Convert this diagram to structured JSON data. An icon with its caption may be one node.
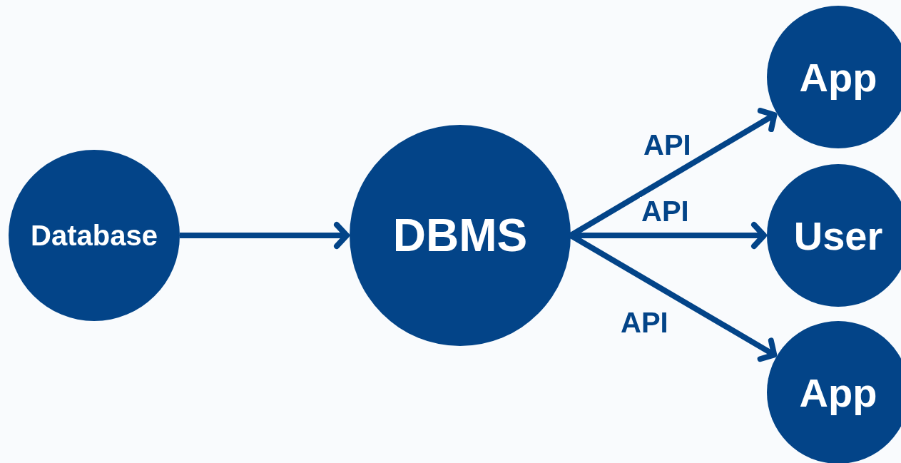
{
  "diagram": {
    "nodes": [
      {
        "text": [
          "Database"
        ]
      },
      {
        "text": [
          "DBMS"
        ]
      },
      {
        "text": [
          "App"
        ]
      },
      {
        "text": [
          "User"
        ]
      },
      {
        "text": [
          "App"
        ]
      }
    ],
    "edges": [
      {
        "from": 0,
        "to": 1,
        "arrow": "to"
      },
      {
        "from": 1,
        "to": 2,
        "arrow": "to",
        "label": "API"
      },
      {
        "from": 1,
        "to": 3,
        "arrow": "to",
        "label": "API"
      },
      {
        "from": 1,
        "to": 4,
        "arrow": "to",
        "label": "API"
      }
    ]
  }
}
